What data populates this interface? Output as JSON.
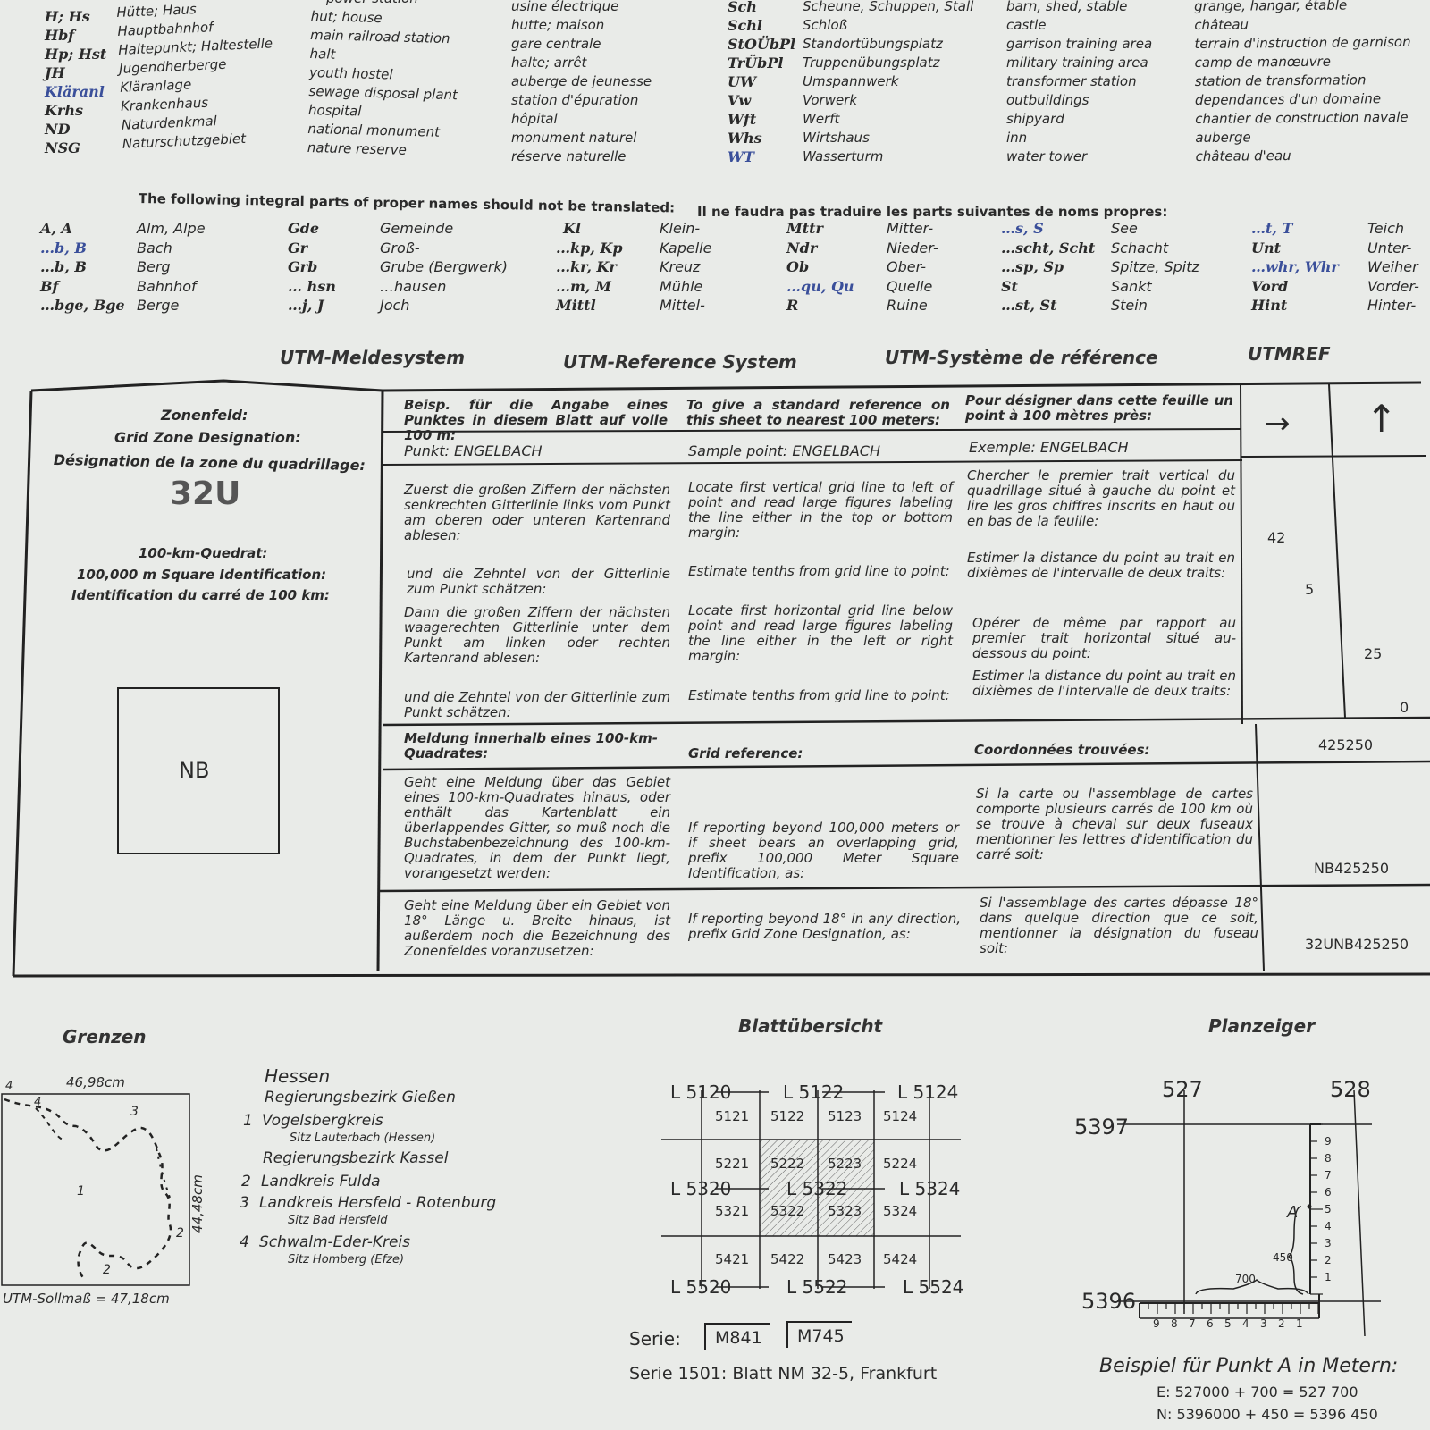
{
  "legend_top": {
    "col1_abbr": [
      "H; Hs",
      "Hbf",
      "Hp; Hst",
      "JH",
      "Kläranl",
      "Krhs",
      "ND",
      "NSG"
    ],
    "col1_de": [
      "Hütte; Haus",
      "Hauptbahnhof",
      "Haltepunkt; Haltestelle",
      "Jugendherberge",
      "Kläranlage",
      "Krankenhaus",
      "Naturdenkmal",
      "Naturschutzgebiet"
    ],
    "col1_en": [
      "hut; house",
      "main railroad station",
      "halt",
      "youth hostel",
      "sewage disposal plant",
      "hospital",
      "national monument",
      "nature reserve"
    ],
    "col1_fr": [
      "usine électrique",
      "hutte; maison",
      "gare centrale",
      "halte; arrêt",
      "auberge de jeunesse",
      "station d'épuration",
      "hôpital",
      "monument naturel",
      "réserve naturelle"
    ],
    "col2_abbr": [
      "Sch",
      "Schl",
      "StOÜbPl",
      "TrÜbPl",
      "UW",
      "Vw",
      "Wft",
      "Whs",
      "WT"
    ],
    "col2_de": [
      "Scheune, Schuppen, Stall",
      "Schloß",
      "Standortübungsplatz",
      "Truppenübungsplatz",
      "Umspannwerk",
      "Vorwerk",
      "Werft",
      "Wirtshaus",
      "Wasserturm"
    ],
    "col2_en": [
      "barn, shed, stable",
      "castle",
      "garrison training area",
      "military training area",
      "transformer station",
      "outbuildings",
      "shipyard",
      "inn",
      "water tower"
    ],
    "col2_fr": [
      "grange, hangar, étable",
      "château",
      "terrain d'instruction de garnison",
      "camp de manœuvre",
      "station de transformation",
      "dependances d'un domaine",
      "chantier de construction navale",
      "auberge",
      "château d'eau"
    ],
    "partial_top": "power station"
  },
  "names": {
    "heading_en": "The following integral parts of proper names should not be translated:",
    "heading_fr": "Il ne faudra pas traduire les parts suivantes de noms propres:",
    "groups": [
      {
        "abbr": [
          "A, A",
          "…b, B",
          "…b, B",
          "Bf",
          "…bge, Bge"
        ],
        "word": [
          "Alm, Alpe",
          "Bach",
          "Berg",
          "Bahnhof",
          "Berge"
        ]
      },
      {
        "abbr": [
          "Gde",
          "Gr",
          "Grb",
          "… hsn",
          "…j, J"
        ],
        "word": [
          "Gemeinde",
          "Groß-",
          "Grube (Bergwerk)",
          "…hausen",
          "Joch"
        ]
      },
      {
        "abbr": [
          "Kl",
          "…kp, Kp",
          "…kr, Kr",
          "…m, M",
          "Mittl"
        ],
        "word": [
          "Klein-",
          "Kapelle",
          "Kreuz",
          "Mühle",
          "Mittel-"
        ]
      },
      {
        "abbr": [
          "Mttr",
          "Ndr",
          "Ob",
          "…qu, Qu",
          "R"
        ],
        "word": [
          "Mitter-",
          "Nieder-",
          "Ober-",
          "Quelle",
          "Ruine"
        ]
      },
      {
        "abbr": [
          "…s, S",
          "…scht, Scht",
          "…sp, Sp",
          "St",
          "…st, St"
        ],
        "word": [
          "See",
          "Schacht",
          "Spitze, Spitz",
          "Sankt",
          "Stein"
        ]
      },
      {
        "abbr": [
          "…t, T",
          "Unt",
          "…whr, Whr",
          "Vord",
          "Hint"
        ],
        "word": [
          "Teich",
          "Unter-",
          "Weiher",
          "Vorder-",
          "Hinter-"
        ]
      }
    ]
  },
  "utm_titles": [
    "UTM-Meldesystem",
    "UTM-Reference System",
    "UTM-Système de référence",
    "UTMREF"
  ],
  "zone_box": {
    "zonenfeld": "Zonenfeld:",
    "gzd": "Grid Zone Designation:",
    "gzd_fr": "Désignation de la zone du quadrillage:",
    "zone": "32U",
    "sq_de": "100-km-Quedrat:",
    "sq_en": "100,000 m Square Identification:",
    "sq_fr": "Identification du carré de 100 km:",
    "square": "NB"
  },
  "table": {
    "hdr_de": "Beisp. für die Angabe eines Punktes in diesem Blatt auf volle 100 m:",
    "hdr_en": "To give a standard reference on this sheet to nearest 100 meters:",
    "hdr_fr": "Pour désigner dans cette feuille un point à 100 mètres près:",
    "arrow_right": "→",
    "arrow_up": "↑",
    "punkt_de": "Punkt: ENGELBACH",
    "punkt_en": "Sample point: ENGELBACH",
    "punkt_fr": "Exemple: ENGELBACH",
    "s1_de": "Zuerst die großen Ziffern der nächsten senkrechten Gitterlinie links vom Punkt am oberen oder unteren Kartenrand ablesen:",
    "s1_en": "Locate first vertical grid line to left of point and read large figures labeling the line either in the top or bottom margin:",
    "s1_fr": "Chercher le premier trait vertical du quadrillage situé à gauche du point et lire les gros chiffres inscrits en haut ou en bas de la feuille:",
    "s2_de": "und die Zehntel von der Gitterlinie zum Punkt schätzen:",
    "s2_en": "Estimate tenths from grid line to point:",
    "s2_fr": "Estimer la distance du point au trait en dixièmes de l'intervalle de deux traits:",
    "s3_de": "Dann die großen Ziffern der nächsten waagerechten Gitterlinie unter dem Punkt am linken oder rechten Kartenrand ablesen:",
    "s3_en": "Locate first horizontal grid line below point and read large figures labeling the line either in the left or right margin:",
    "s3_fr": "Opérer de même par rapport au premier trait horizontal situé au-dessous du point:",
    "s4_de": "und die Zehntel von der Gitterlinie zum Punkt schätzen:",
    "s4_en": "Estimate tenths from grid line to point:",
    "s4_fr": "Estimer la distance du point au trait en dixièmes de l'intervalle de deux traits:",
    "v1": "42",
    "v2": "5",
    "v3": "25",
    "v4": "0",
    "m_de": "Meldung innerhalb eines 100-km-Quadrates:",
    "m_en": "Grid reference:",
    "m_fr": "Coordonnées trouvées:",
    "m_val": "425250",
    "o_de": "Geht eine Meldung über das Gebiet eines 100-km-Quadrates hinaus, oder enthält das Kartenblatt ein überlappendes Gitter, so muß noch die Buchstabenbezeichnung des 100-km-Quadrates, in dem der Punkt liegt, vorangesetzt werden:",
    "o_en": "If reporting beyond 100,000 meters or if sheet bears an overlapping grid, prefix 100,000 Meter Square Identification, as:",
    "o_fr": "Si la carte ou l'assemblage de cartes comporte plusieurs carrés de 100 km où se trouve à cheval sur deux fuseaux mentionner les lettres d'identification du carré soit:",
    "o_val": "NB425250",
    "z_de": "Geht eine Meldung über ein Gebiet von 18° Länge u. Breite hinaus, ist außerdem noch die Bezeichnung des Zonenfeldes voranzusetzen:",
    "z_en": "If reporting beyond 18° in any direction, prefix Grid Zone Designation, as:",
    "z_fr": "Si l'assemblage des cartes dépasse 18° dans quelque direction que ce soit, mentionner la désignation du fuseau soit:",
    "z_val": "32UNB425250"
  },
  "grenzen": {
    "title": "Grenzen",
    "width": "46,98cm",
    "height": "44,48cm",
    "soll": "UTM-Sollmaß = 47,18cm",
    "nums": [
      "4",
      "4",
      "3",
      "1",
      "2",
      "2"
    ],
    "land": "Hessen",
    "rb1": "Regierungsbezirk Gießen",
    "i1_num": "1",
    "i1": "Vogelsbergkreis",
    "i1_sub": "Sitz Lauterbach (Hessen)",
    "rb2": "Regierungsbezirk Kassel",
    "i2_num": "2",
    "i2": "Landkreis Fulda",
    "i3_num": "3",
    "i3": "Landkreis Hersfeld - Rotenburg",
    "i3_sub": "Sitz Bad Hersfeld",
    "i4_num": "4",
    "i4": "Schwalm-Eder-Kreis",
    "i4_sub": "Sitz Homberg (Efze)"
  },
  "blatt": {
    "title": "Blattübersicht",
    "L": [
      "L 5120",
      "L 5122",
      "L 5124",
      "L 5320",
      "L 5322",
      "L 5324",
      "L 5520",
      "L 5522",
      "L 5524"
    ],
    "r1": [
      "5121",
      "5122",
      "5123",
      "5124"
    ],
    "r2": [
      "5221",
      "5222",
      "5223",
      "5224"
    ],
    "r3": [
      "5321",
      "5322",
      "5323",
      "5324"
    ],
    "r4": [
      "5421",
      "5422",
      "5423",
      "5424"
    ],
    "serie_label": "Serie:",
    "serie1": "M841",
    "serie2": "M745",
    "serie_1501": "Serie 1501: Blatt NM 32-5, Frankfurt"
  },
  "plan": {
    "title": "Planzeiger",
    "x1": "527",
    "x2": "528",
    "y1": "5397",
    "y2": "5396",
    "scale_v": [
      "9",
      "8",
      "7",
      "6",
      "5",
      "4",
      "3",
      "2",
      "1"
    ],
    "scale_h": [
      "9",
      "8",
      "7",
      "6",
      "5",
      "4",
      "3",
      "2",
      "1"
    ],
    "point": "A",
    "dx": "700",
    "dy": "450",
    "example": "Beispiel für Punkt A in Metern:",
    "e_line": "E: 527000 + 700 = 527 700",
    "n_line": "N: 5396000 + 450 = 5396 450"
  }
}
